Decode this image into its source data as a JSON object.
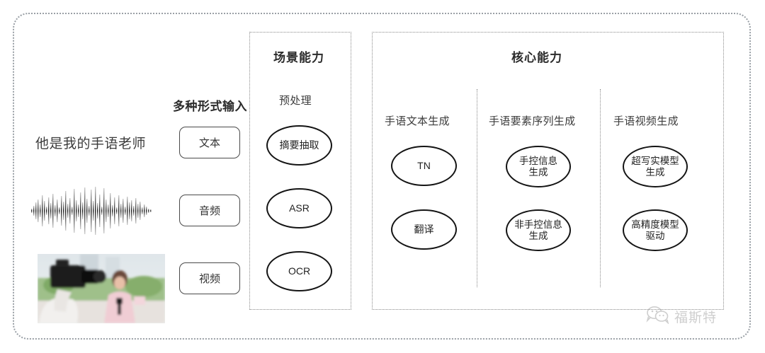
{
  "input": {
    "title": "多种形式输入",
    "sample_text": "他是我的手语老师",
    "buttons": [
      {
        "label": "文本",
        "icon": "text-icon"
      },
      {
        "label": "音频",
        "icon": "audio-icon"
      },
      {
        "label": "视频",
        "icon": "video-icon"
      }
    ],
    "waveform_name": "audio-waveform",
    "video_thumb_name": "video-thumbnail"
  },
  "scene": {
    "title": "场景能力",
    "subtitle": "预处理",
    "nodes": [
      "摘要抽取",
      "ASR",
      "OCR"
    ]
  },
  "core": {
    "title": "核心能力",
    "columns": [
      {
        "label": "手语文本生成",
        "nodes": [
          "TN",
          "翻译"
        ]
      },
      {
        "label": "手语要素序列生成",
        "nodes": [
          "手控信息\n生成",
          "非手控信息\n生成"
        ]
      },
      {
        "label": "手语视频生成",
        "nodes": [
          "超写实模型\n生成",
          "高精度模型\n驱动"
        ]
      }
    ]
  },
  "watermark": {
    "text": "福斯特",
    "icon": "wechat-icon"
  },
  "colors": {
    "frame": "#9aa0a6",
    "dashed_box": "#8a8a8a",
    "node_border": "#141414",
    "text": "#3a3a3a",
    "watermark": "#8d8d8d"
  }
}
